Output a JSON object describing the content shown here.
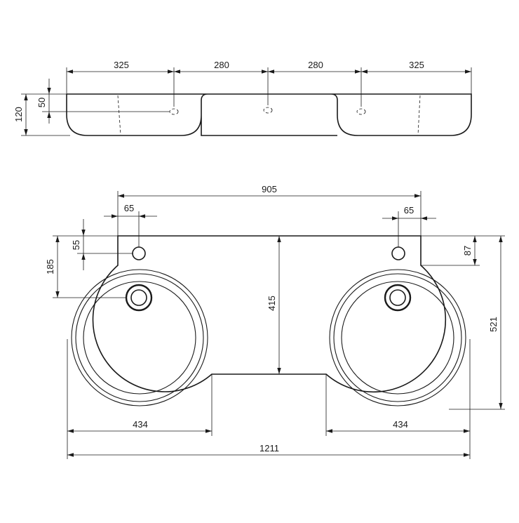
{
  "drawing": {
    "top_view": {
      "widths": [
        "325",
        "280",
        "280",
        "325"
      ],
      "depths": [
        "120",
        "50"
      ]
    },
    "plan_view": {
      "tap_span": "905",
      "tap_offset_left": "65",
      "tap_offset_right": "65",
      "height_left_tap": "55",
      "height_left_bowl": "185",
      "height_right_tap": "87",
      "height_right_total": "521",
      "center_depth": "415",
      "bowl_left": "434",
      "bowl_right": "434",
      "overall_width": "1211"
    },
    "colors": {
      "line": "#1a1a1a",
      "background": "#ffffff"
    }
  }
}
